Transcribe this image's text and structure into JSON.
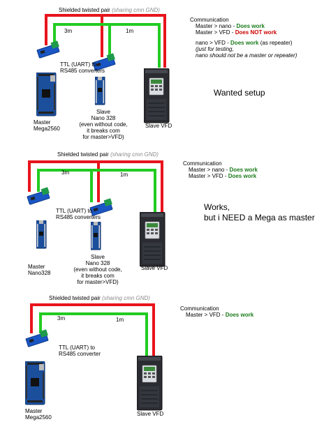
{
  "setup1": {
    "bus_label": "Shielded twisted pair",
    "bus_note": "(sharing cmn GND)",
    "dist_3m": "3m",
    "dist_1m": "1m",
    "converter_label_1": "TTL (UART) to",
    "converter_label_2": "RS485 converters",
    "master_label_1": "Master",
    "master_label_2": "Mega2560",
    "slave_label_1": "Slave",
    "slave_label_2": "Nano 328",
    "slave_label_3": "(even without code,",
    "slave_label_4": "it breaks com",
    "slave_label_5": "for master>VFD)",
    "vfd_label": "Slave VFD",
    "comm_title": "Communication",
    "comm_line1_prefix": "Master > nano - ",
    "comm_line1_status": "Does work",
    "comm_line2_prefix": "Master > VFD - ",
    "comm_line2_status": "Does NOT work",
    "comm_line3_prefix": "nano > VFD - ",
    "comm_line3_status": "Does work",
    "comm_line3_suffix": " (as repeater)",
    "comm_note_1": "(just for testing,",
    "comm_note_2": "nano should not be a master or repeater)",
    "caption": "Wanted setup"
  },
  "setup2": {
    "bus_label": "Shielded twisted pair",
    "bus_note": "(sharing cmn GND)",
    "dist_3m": "3m",
    "dist_1m": "1m",
    "converter_label_1": "TTL (UART) to",
    "converter_label_2": "RS485 converters",
    "master_label_1": "Master",
    "master_label_2": "Nano328",
    "slave_label_1": "Slave",
    "slave_label_2": "Nano 328",
    "slave_label_3": "(even without code,",
    "slave_label_4": "it breaks com",
    "slave_label_5": "for master>VFD)",
    "vfd_label": "Slave VFD",
    "comm_title": "Communication",
    "comm_line1_prefix": "Master > nano - ",
    "comm_line1_status": "Does work",
    "comm_line2_prefix": "Master > VFD - ",
    "comm_line2_status": "Does work",
    "caption_1": "Works,",
    "caption_2": "but i NEED a Mega as master"
  },
  "setup3": {
    "bus_label": "Shielded twisted pair",
    "bus_note": "(sharing cmn GND)",
    "dist_3m": "3m",
    "dist_1m": "1m",
    "converter_label_1": "TTL (UART) to",
    "converter_label_2": "RS485 converter",
    "master_label_1": "Master",
    "master_label_2": "Mega2560",
    "vfd_label": "Slave VFD",
    "comm_title": "Communication",
    "comm_line1_prefix": "Master > VFD - ",
    "comm_line1_status": "Does work"
  },
  "colors": {
    "wire_red": "#e8141c",
    "wire_green": "#22cc22",
    "status_green": "#1a7a1a",
    "status_red": "#cc0000"
  }
}
